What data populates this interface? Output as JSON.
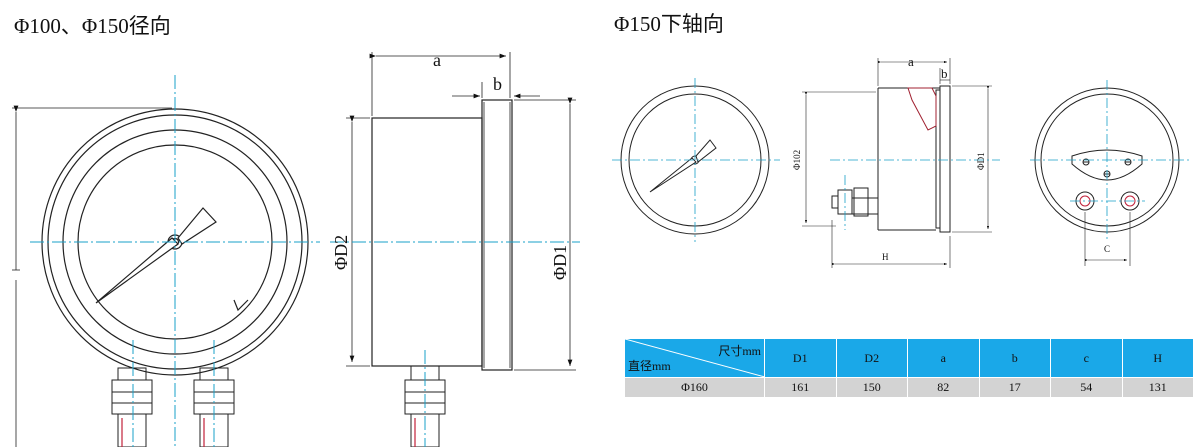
{
  "titles": {
    "left": "Φ100、Φ150径向",
    "right": "Φ150下轴向"
  },
  "dimensions": {
    "a": "a",
    "b": "b",
    "d2": "ΦD2",
    "d1": "ΦD1",
    "small_a": "a",
    "small_b": "b",
    "small_d2": "Φ102",
    "small_d1": "ΦD1",
    "h": "H",
    "c": "C"
  },
  "table": {
    "corner_top": "尺寸mm",
    "corner_bottom": "直径mm",
    "headers": [
      "D1",
      "D2",
      "a",
      "b",
      "c",
      "H"
    ],
    "rows": [
      {
        "label": "Φ160",
        "values": [
          "161",
          "150",
          "82",
          "17",
          "54",
          "131"
        ]
      }
    ]
  },
  "colors": {
    "table_header": "#1aa8e8",
    "table_row": "#d3d3d3",
    "centerline": "#1aa0c8",
    "connector_red": "#c0203a"
  }
}
